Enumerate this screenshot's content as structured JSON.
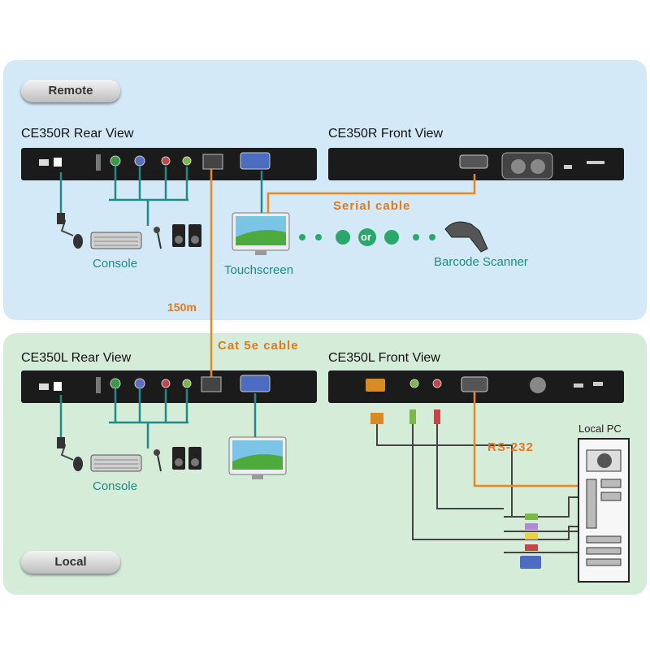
{
  "remote": {
    "badge": "Remote",
    "rear_title": "CE350R Rear View",
    "front_title": "CE350R Front View",
    "console_label": "Console",
    "touchscreen_label": "Touchscreen",
    "serial_cable_label": "Serial cable",
    "or_label": "or",
    "barcode_label": "Barcode Scanner"
  },
  "link": {
    "distance_label": "150m",
    "cable_label": "Cat 5e cable"
  },
  "local": {
    "badge": "Local",
    "rear_title": "CE350L Rear View",
    "front_title": "CE350L  Front View",
    "console_label": "Console",
    "rs232_label": "RS-232",
    "pc_label": "Local PC"
  },
  "colors": {
    "remote_bg": "#d3e9f7",
    "local_bg": "#d5ecd9",
    "cable_orange": "#e8891f",
    "cable_green": "#1f8a86",
    "device_black": "#1b1b1b"
  }
}
